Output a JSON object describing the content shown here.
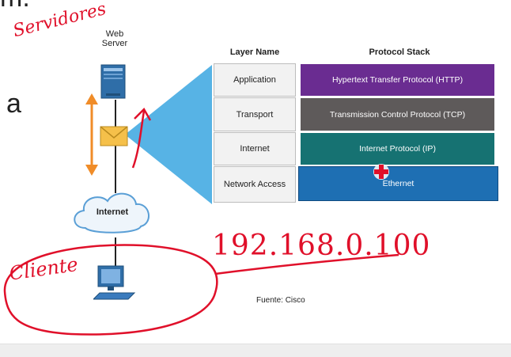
{
  "slide_fragments": {
    "top": "m.",
    "left": "a"
  },
  "server": {
    "label_line1": "Web",
    "label_line2": "Server"
  },
  "cloud": {
    "label": "Internet"
  },
  "table": {
    "col_layer": "Layer Name",
    "col_stack": "Protocol Stack",
    "rows": [
      {
        "layer": "Application",
        "protocol": "Hypertext Transfer Protocol (HTTP)",
        "color": "#6a2c91"
      },
      {
        "layer": "Transport",
        "protocol": "Transmission Control Protocol (TCP)",
        "color": "#5e5a5a"
      },
      {
        "layer": "Internet",
        "protocol": "Internet Protocol (IP)",
        "color": "#167272"
      },
      {
        "layer": "Network Access",
        "protocol": "Ethernet",
        "color": "#1e6fb3"
      }
    ]
  },
  "annotations": {
    "servidores": "Servidores",
    "cliente": "Cliente",
    "ip": "192.168.0.100"
  },
  "caption": "Fuente: Cisco",
  "colors": {
    "ink": "#e0102a",
    "arrow": "#f08c28",
    "beam": "#3aa6e0"
  }
}
